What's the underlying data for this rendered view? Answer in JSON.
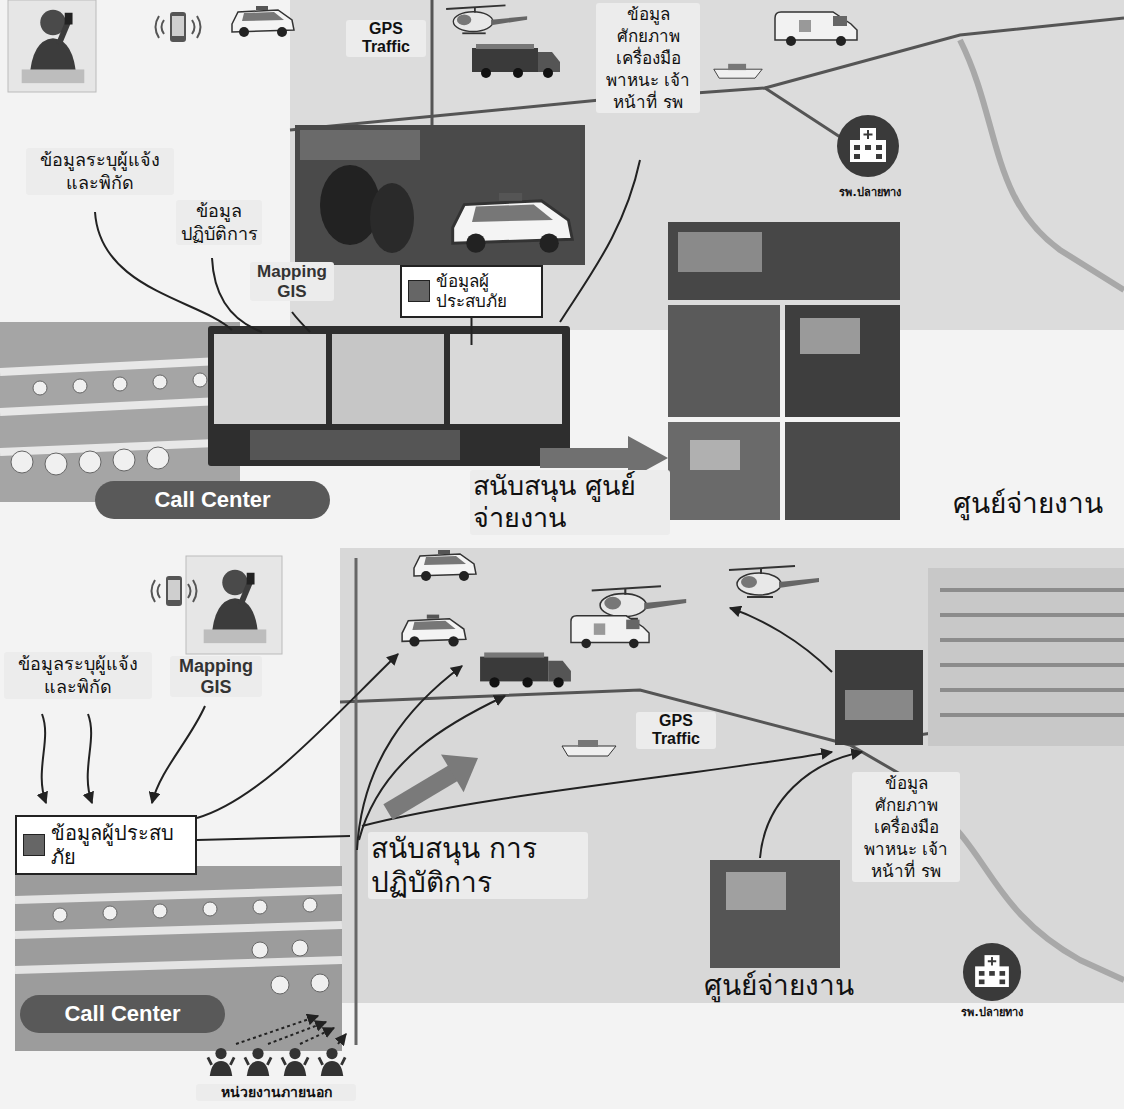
{
  "diagram": {
    "nodes": [
      {
        "text": [
          "ข้อมูลผู้ประสบภัย"
        ]
      },
      {
        "text": [
          "Call Center"
        ]
      },
      {
        "text": [
          "ศูนย์จ่ายงาน"
        ]
      },
      {
        "text": [
          "รพ.ปลายทาง"
        ]
      },
      {
        "text": [
          "ข้อมูลผู้ประสบภัย"
        ]
      },
      {
        "text": [
          "Call Center"
        ]
      },
      {
        "text": [
          "ศูนย์จ่ายงาน"
        ]
      },
      {
        "text": [
          "รพ.ปลายทาง"
        ]
      }
    ],
    "edges": [
      {
        "from": 0,
        "to": 1,
        "arrow": "none"
      },
      {
        "from": 1,
        "to": 2,
        "arrow": "to",
        "label": "สนับสนุน ศูนย์จ่ายงาน"
      }
    ],
    "labels": [
      "GPS Traffic",
      "ข้อมูลศักยภาพ เครื่องมือ พาหนะ เจ้าหน้าที่ รพ",
      "ข้อมูลระบุผู้แจ้ง และพิกัด",
      "ข้อมูลปฏิบัติการ",
      "Mapping GIS",
      "ข้อมูลระบุผู้แจ้ง และพิกัด",
      "Mapping GIS",
      "GPS Traffic",
      "ข้อมูลศักยภาพ เครื่องมือ พาหนะ เจ้าหน้าที่ รพ",
      "สนับสนุน การปฏิบัติการ",
      "หน่วยงานภายนอก"
    ]
  }
}
